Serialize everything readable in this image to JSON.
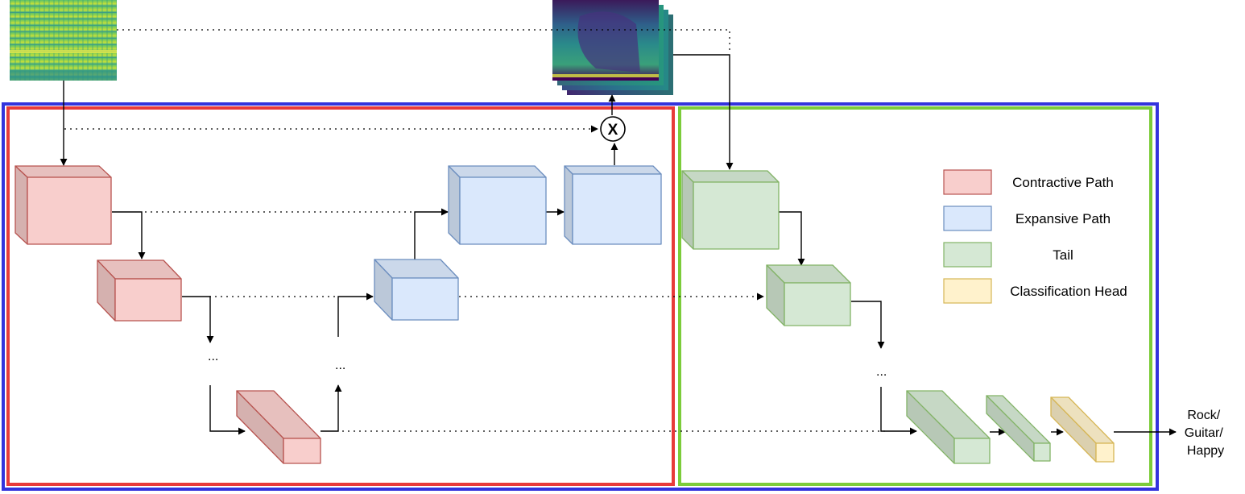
{
  "legend": {
    "items": [
      {
        "label": "Contractive Path",
        "fill": "#f8cecc",
        "stroke": "#b85450"
      },
      {
        "label": "Expansive Path",
        "fill": "#dae8fc",
        "stroke": "#6c8ebf"
      },
      {
        "label": "Tail",
        "fill": "#d5e8d4",
        "stroke": "#82b366"
      },
      {
        "label": "Classification Head",
        "fill": "#fff2cc",
        "stroke": "#d6b656"
      }
    ]
  },
  "ellipsis": "...",
  "multiply_symbol": "X",
  "output_label": [
    "Rock/",
    "Guitar/",
    "Happy"
  ],
  "colors": {
    "outer_frame": "#3333dd",
    "unet_frame": "#e83a3a",
    "tail_frame": "#7ccc3a",
    "arrow": "#000000"
  }
}
